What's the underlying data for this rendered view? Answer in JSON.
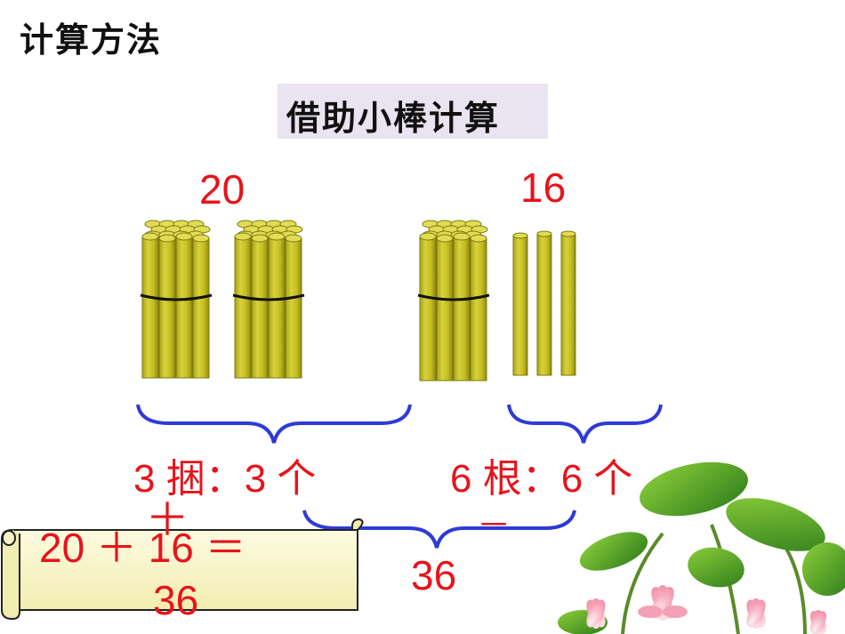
{
  "slide": {
    "title": "计算方法",
    "subtitle": "借助小棒计算",
    "left_number": "20",
    "right_number": "16",
    "left_group_text": "3 捆：3 个",
    "left_group_text_tail": "十",
    "right_group_text": "6 根：6 个",
    "right_group_text_tail": "一",
    "sum_total": "36",
    "equation_line1": "20 ＋ 16 ＝",
    "equation_line2": "36"
  },
  "colors": {
    "stick_fill": "#c9c21f",
    "stick_top": "#e2dc55",
    "stick_outline": "#7d7a10",
    "brace": "#2e3bd6",
    "text_red": "#e8131b",
    "scroll_fill": "#f8f6c9",
    "subtitle_bg": "#e9e4ef"
  },
  "icons": {
    "bundles": "stick-bundle-icon",
    "single": "single-stick-icon",
    "decoration": "lotus-decoration-icon"
  }
}
